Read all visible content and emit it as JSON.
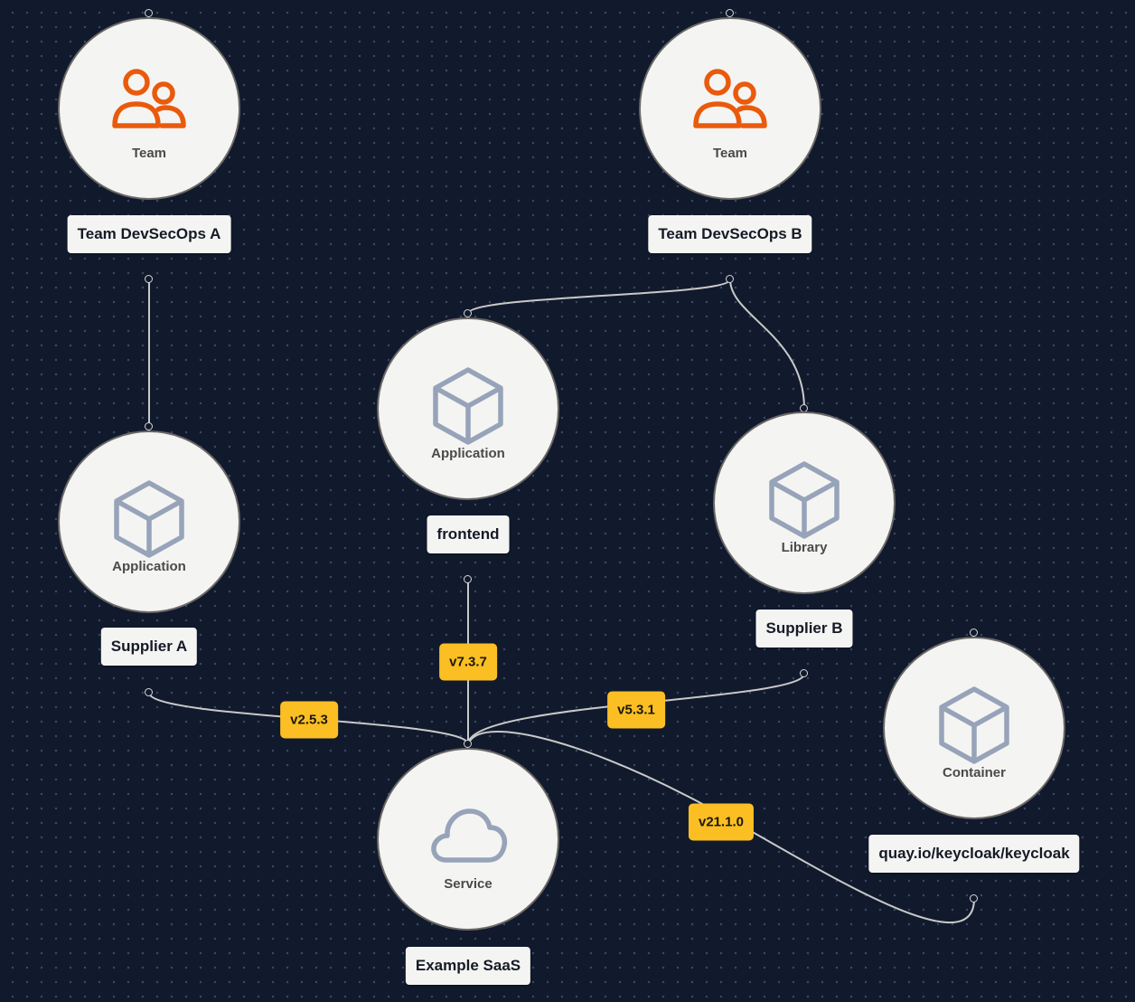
{
  "nodes": {
    "team_a": {
      "type": "Team",
      "label": "Team DevSecOps A",
      "icon": "users-icon"
    },
    "team_b": {
      "type": "Team",
      "label": "Team DevSecOps B",
      "icon": "users-icon"
    },
    "app_supplier_a": {
      "type": "Application",
      "label": "Supplier A",
      "icon": "cube-icon"
    },
    "app_frontend": {
      "type": "Application",
      "label": "frontend",
      "icon": "cube-icon"
    },
    "library_b": {
      "type": "Library",
      "label": "Supplier B",
      "icon": "cube-icon"
    },
    "container": {
      "type": "Container",
      "label": "quay.io/keycloak/keycloak",
      "icon": "cube-icon"
    },
    "service": {
      "type": "Service",
      "label": "Example SaaS",
      "icon": "cloud-icon"
    }
  },
  "edges": [
    {
      "from": "Team DevSecOps A",
      "to": "Supplier A",
      "version": ""
    },
    {
      "from": "Team DevSecOps B",
      "to": "frontend",
      "version": ""
    },
    {
      "from": "Team DevSecOps B",
      "to": "Supplier B",
      "version": ""
    },
    {
      "from": "Supplier A",
      "to": "Example SaaS",
      "version": "v2.5.3"
    },
    {
      "from": "frontend",
      "to": "Example SaaS",
      "version": "v7.3.7"
    },
    {
      "from": "Supplier B",
      "to": "Example SaaS",
      "version": "v5.3.1"
    },
    {
      "from": "quay.io/keycloak/keycloak",
      "to": "Example SaaS",
      "version": "v21.1.0"
    }
  ],
  "colors": {
    "background": "#111a2d",
    "node_fill": "#f4f4f3",
    "team_icon": "#ea5a0c",
    "component_icon": "#97a3b8",
    "badge": "#fbbf24",
    "edge": "#c9c9c9"
  }
}
